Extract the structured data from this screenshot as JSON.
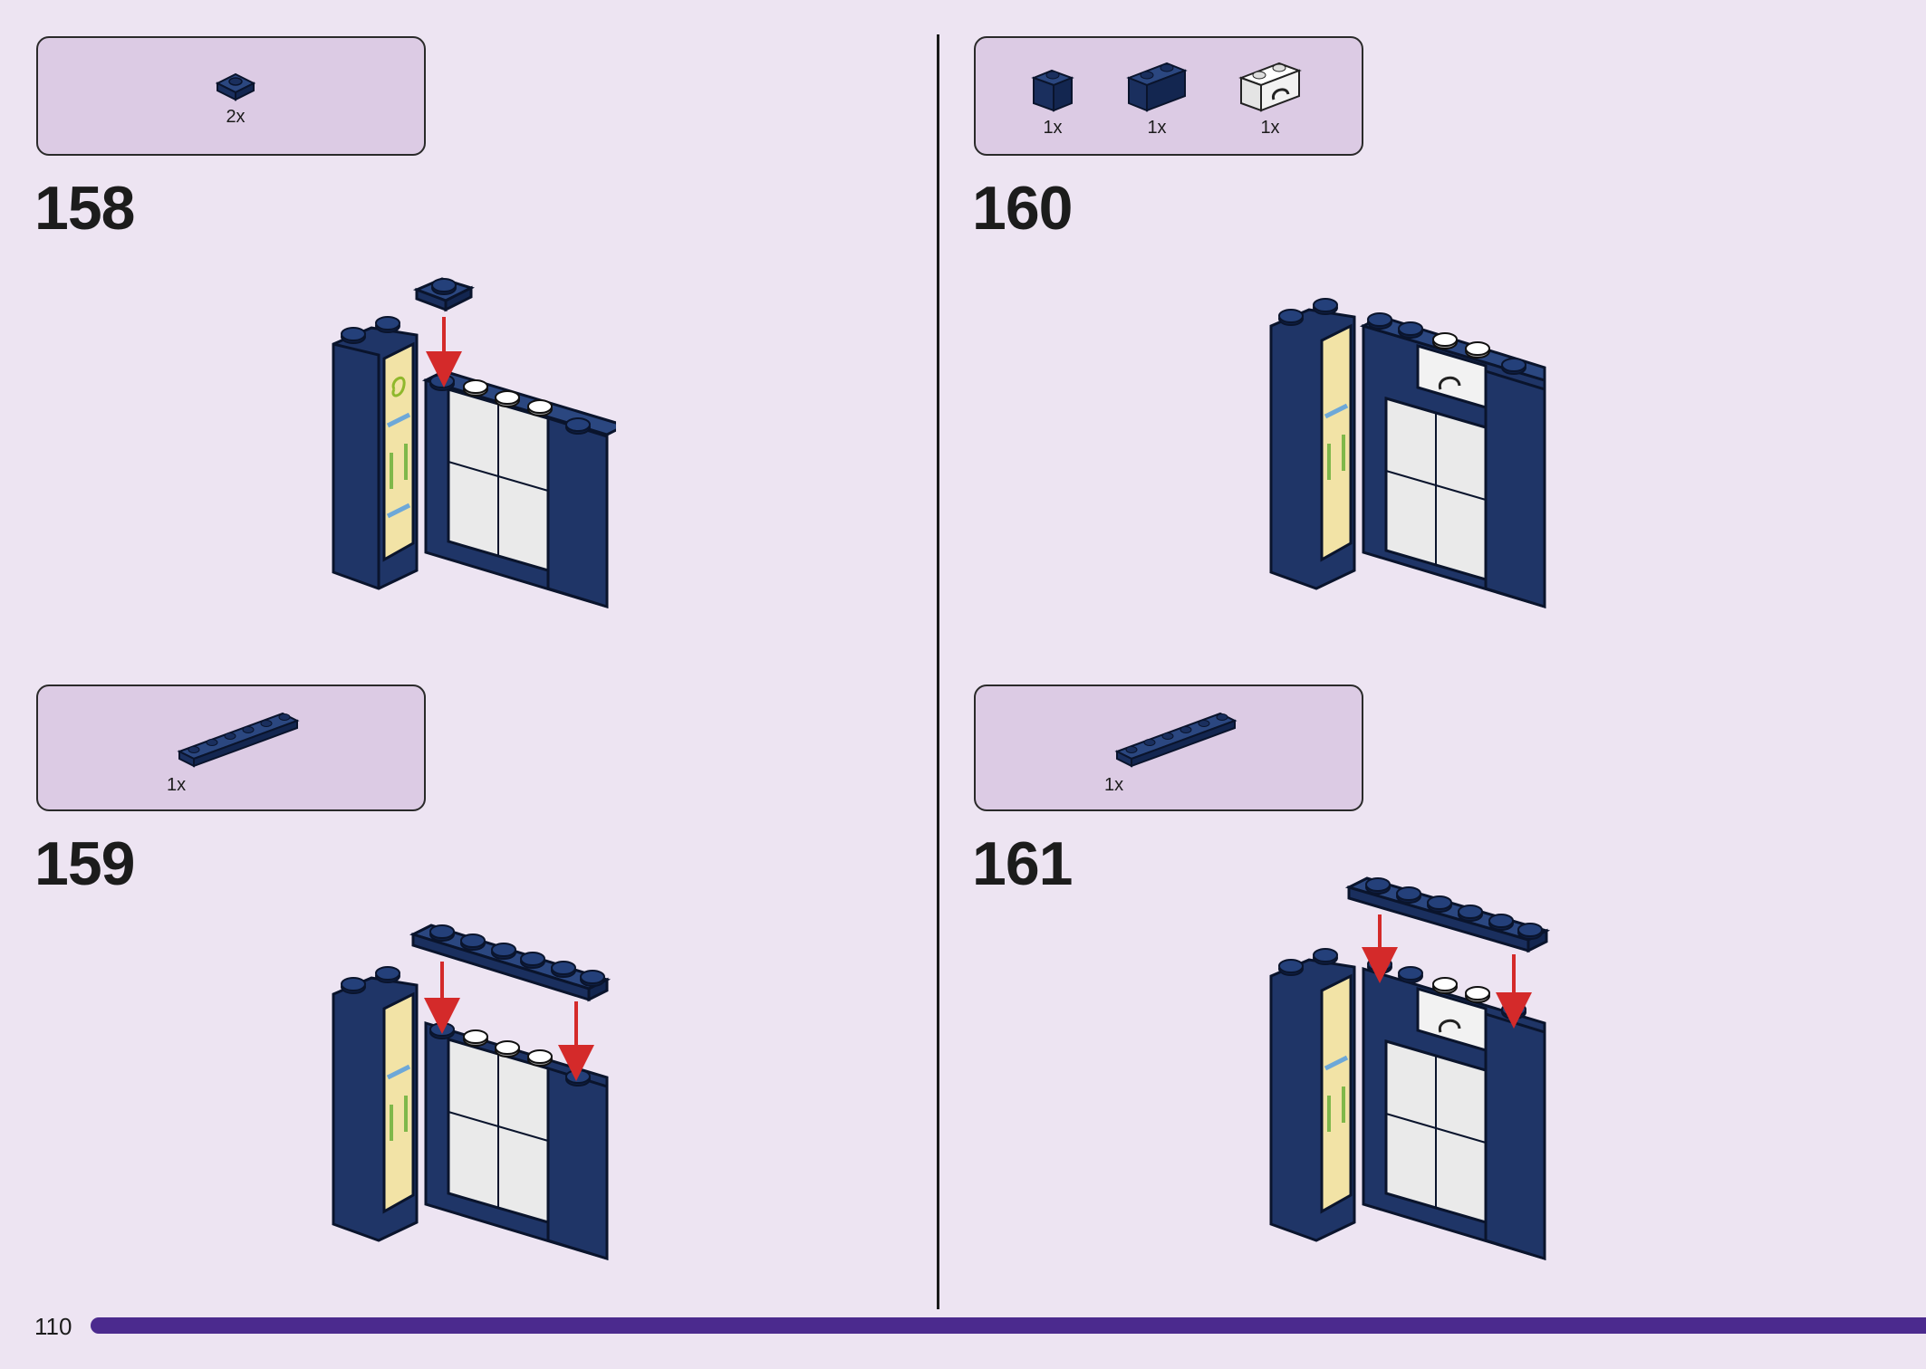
{
  "page": {
    "number": "110"
  },
  "steps": [
    {
      "number": "158",
      "parts": [
        {
          "icon": "navy-plate-1x1-icon",
          "qty": "2x"
        }
      ]
    },
    {
      "number": "159",
      "parts": [
        {
          "icon": "navy-plate-1x6-icon",
          "qty": "1x"
        }
      ]
    },
    {
      "number": "160",
      "parts": [
        {
          "icon": "navy-brick-1x1-icon",
          "qty": "1x"
        },
        {
          "icon": "navy-brick-1x2-icon",
          "qty": "1x"
        },
        {
          "icon": "white-brick-with-clip-icon",
          "qty": "1x"
        }
      ]
    },
    {
      "number": "161",
      "parts": [
        {
          "icon": "navy-plate-1x6-icon",
          "qty": "1x"
        }
      ]
    }
  ],
  "colors": {
    "background": "#ede4f2",
    "callout": "#dccbe4",
    "navy": "#1f3567",
    "panel": "#f2e3a6",
    "arrow": "#d42a2a",
    "bar": "#4b2a8e"
  }
}
